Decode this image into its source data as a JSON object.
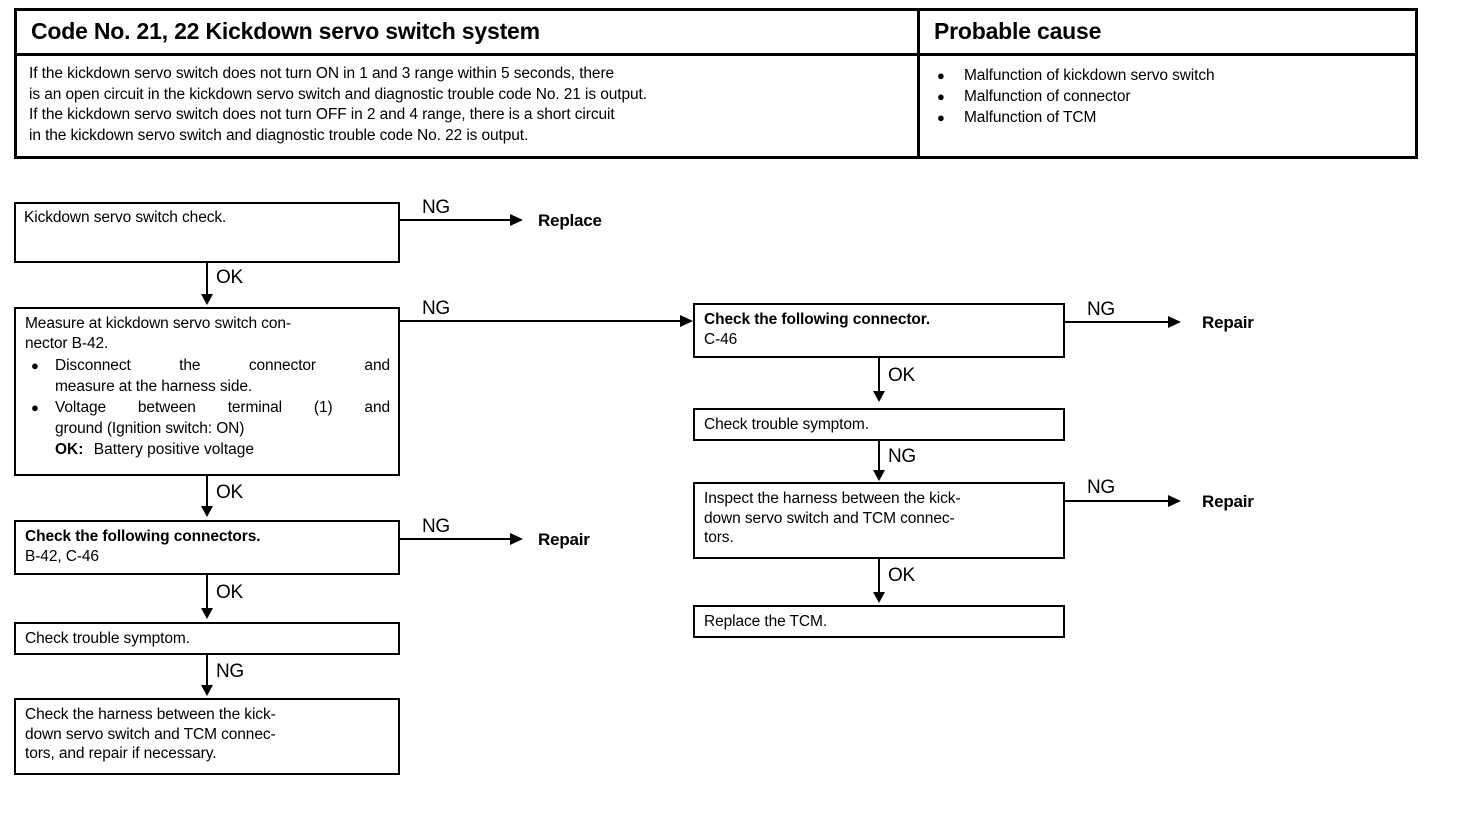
{
  "header": {
    "title": "Code No. 21, 22 Kickdown servo switch system",
    "cause_title": "Probable cause",
    "description_lines": [
      "If the kickdown servo switch does not turn ON in 1 and 3 range within 5 seconds, there",
      "is an open circuit in the kickdown servo switch and diagnostic trouble code No. 21 is output.",
      "If the kickdown servo switch does not turn OFF in 2 and 4 range, there is a short circuit",
      "in the kickdown servo switch and diagnostic trouble code No. 22 is output."
    ],
    "causes": [
      "Malfunction of kickdown servo switch",
      "Malfunction of connector",
      "Malfunction of TCM"
    ],
    "bullet_glyph": "●"
  },
  "flow": {
    "left": {
      "box1": {
        "text": "Kickdown servo switch check."
      },
      "box1_branch_label": "NG",
      "box1_branch_target": "Replace",
      "edge1_label": "OK",
      "box2": {
        "line1": "Measure at kickdown servo switch con-",
        "line2": "nector B-42.",
        "bullets": [
          [
            "Disconnect the connector and",
            "measure at the harness side."
          ],
          [
            "Voltage between terminal (1) and",
            "ground (Ignition switch: ON)"
          ]
        ],
        "ok_label": "OK:",
        "ok_value": "Battery positive voltage"
      },
      "box2_branch_label": "NG",
      "edge2_label": "OK",
      "box3": {
        "title": "Check the following connectors.",
        "sub": "B-42, C-46"
      },
      "box3_branch_label": "NG",
      "box3_branch_target": "Repair",
      "edge3_label": "OK",
      "box4": {
        "text": "Check trouble symptom."
      },
      "edge4_label": "NG",
      "box5": {
        "line1": "Check the harness between the kick-",
        "line2": "down servo switch and TCM connec-",
        "line3": "tors, and repair if necessary."
      }
    },
    "right": {
      "box1": {
        "title": "Check the following connector.",
        "sub": "C-46"
      },
      "box1_branch_label": "NG",
      "box1_branch_target": "Repair",
      "edge1_label": "OK",
      "box2": {
        "text": "Check trouble symptom."
      },
      "edge2_label": "NG",
      "box3": {
        "line1": "Inspect the harness between the kick-",
        "line2": "down servo switch and TCM connec-",
        "line3": "tors."
      },
      "box3_branch_label": "NG",
      "box3_branch_target": "Repair",
      "edge3_label": "OK",
      "box4": {
        "text": "Replace the TCM."
      }
    }
  },
  "colors": {
    "ink": "#000000",
    "paper": "#ffffff"
  }
}
